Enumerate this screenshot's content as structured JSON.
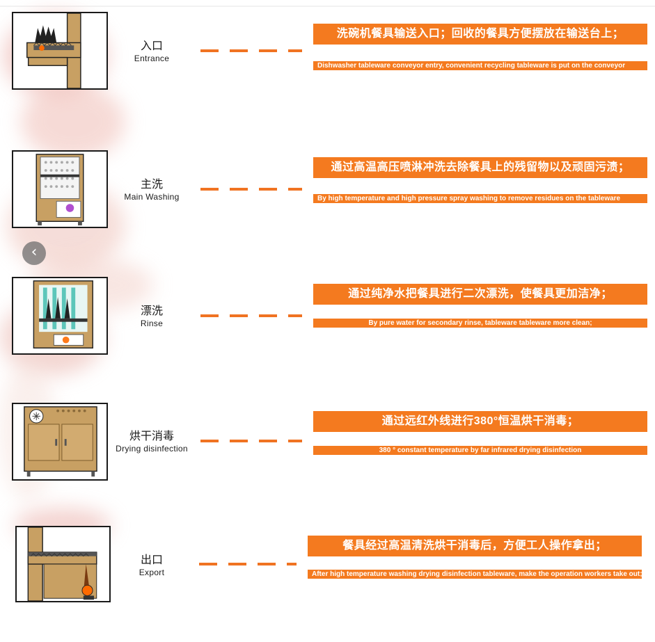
{
  "nav": {
    "prev_icon": "chevron-left-icon",
    "prev_glyph": "‹"
  },
  "colors": {
    "accent": "#f47a1f",
    "machine": "#c8a063",
    "frame": "#1a1a1a"
  },
  "steps": [
    {
      "id": "entrance",
      "zh": "入口",
      "en": "Entrance",
      "desc_zh": "洗碗机餐具输送入口；回收的餐具方便摆放在输送台上；",
      "desc_en": "Dishwasher tableware conveyor entry, convenient recycling tableware is put on the conveyor"
    },
    {
      "id": "main-washing",
      "zh": "主洗",
      "en": "Main Washing",
      "desc_zh": "通过高温高压喷淋冲洗去除餐具上的残留物以及顽固污渍；",
      "desc_en": "By high temperature and high pressure spray washing to remove residues on the tableware"
    },
    {
      "id": "rinse",
      "zh": "漂洗",
      "en": "Rinse",
      "desc_zh": "通过纯净水把餐具进行二次漂洗，使餐具更加洁净；",
      "desc_en": "By pure water for secondary rinse, tableware tableware more clean;"
    },
    {
      "id": "drying",
      "zh": "烘干消毒",
      "en": "Drying disinfection",
      "desc_zh": "通过远红外线进行380°恒温烘干消毒；",
      "desc_en": "380 ° constant temperature by far infrared drying disinfection"
    },
    {
      "id": "export",
      "zh": "出口",
      "en": "Export",
      "desc_zh": "餐具经过高温清洗烘干消毒后，方便工人操作拿出；",
      "desc_en": "After high temperature washing drying disinfection tableware, make the operation workers take out;"
    }
  ]
}
